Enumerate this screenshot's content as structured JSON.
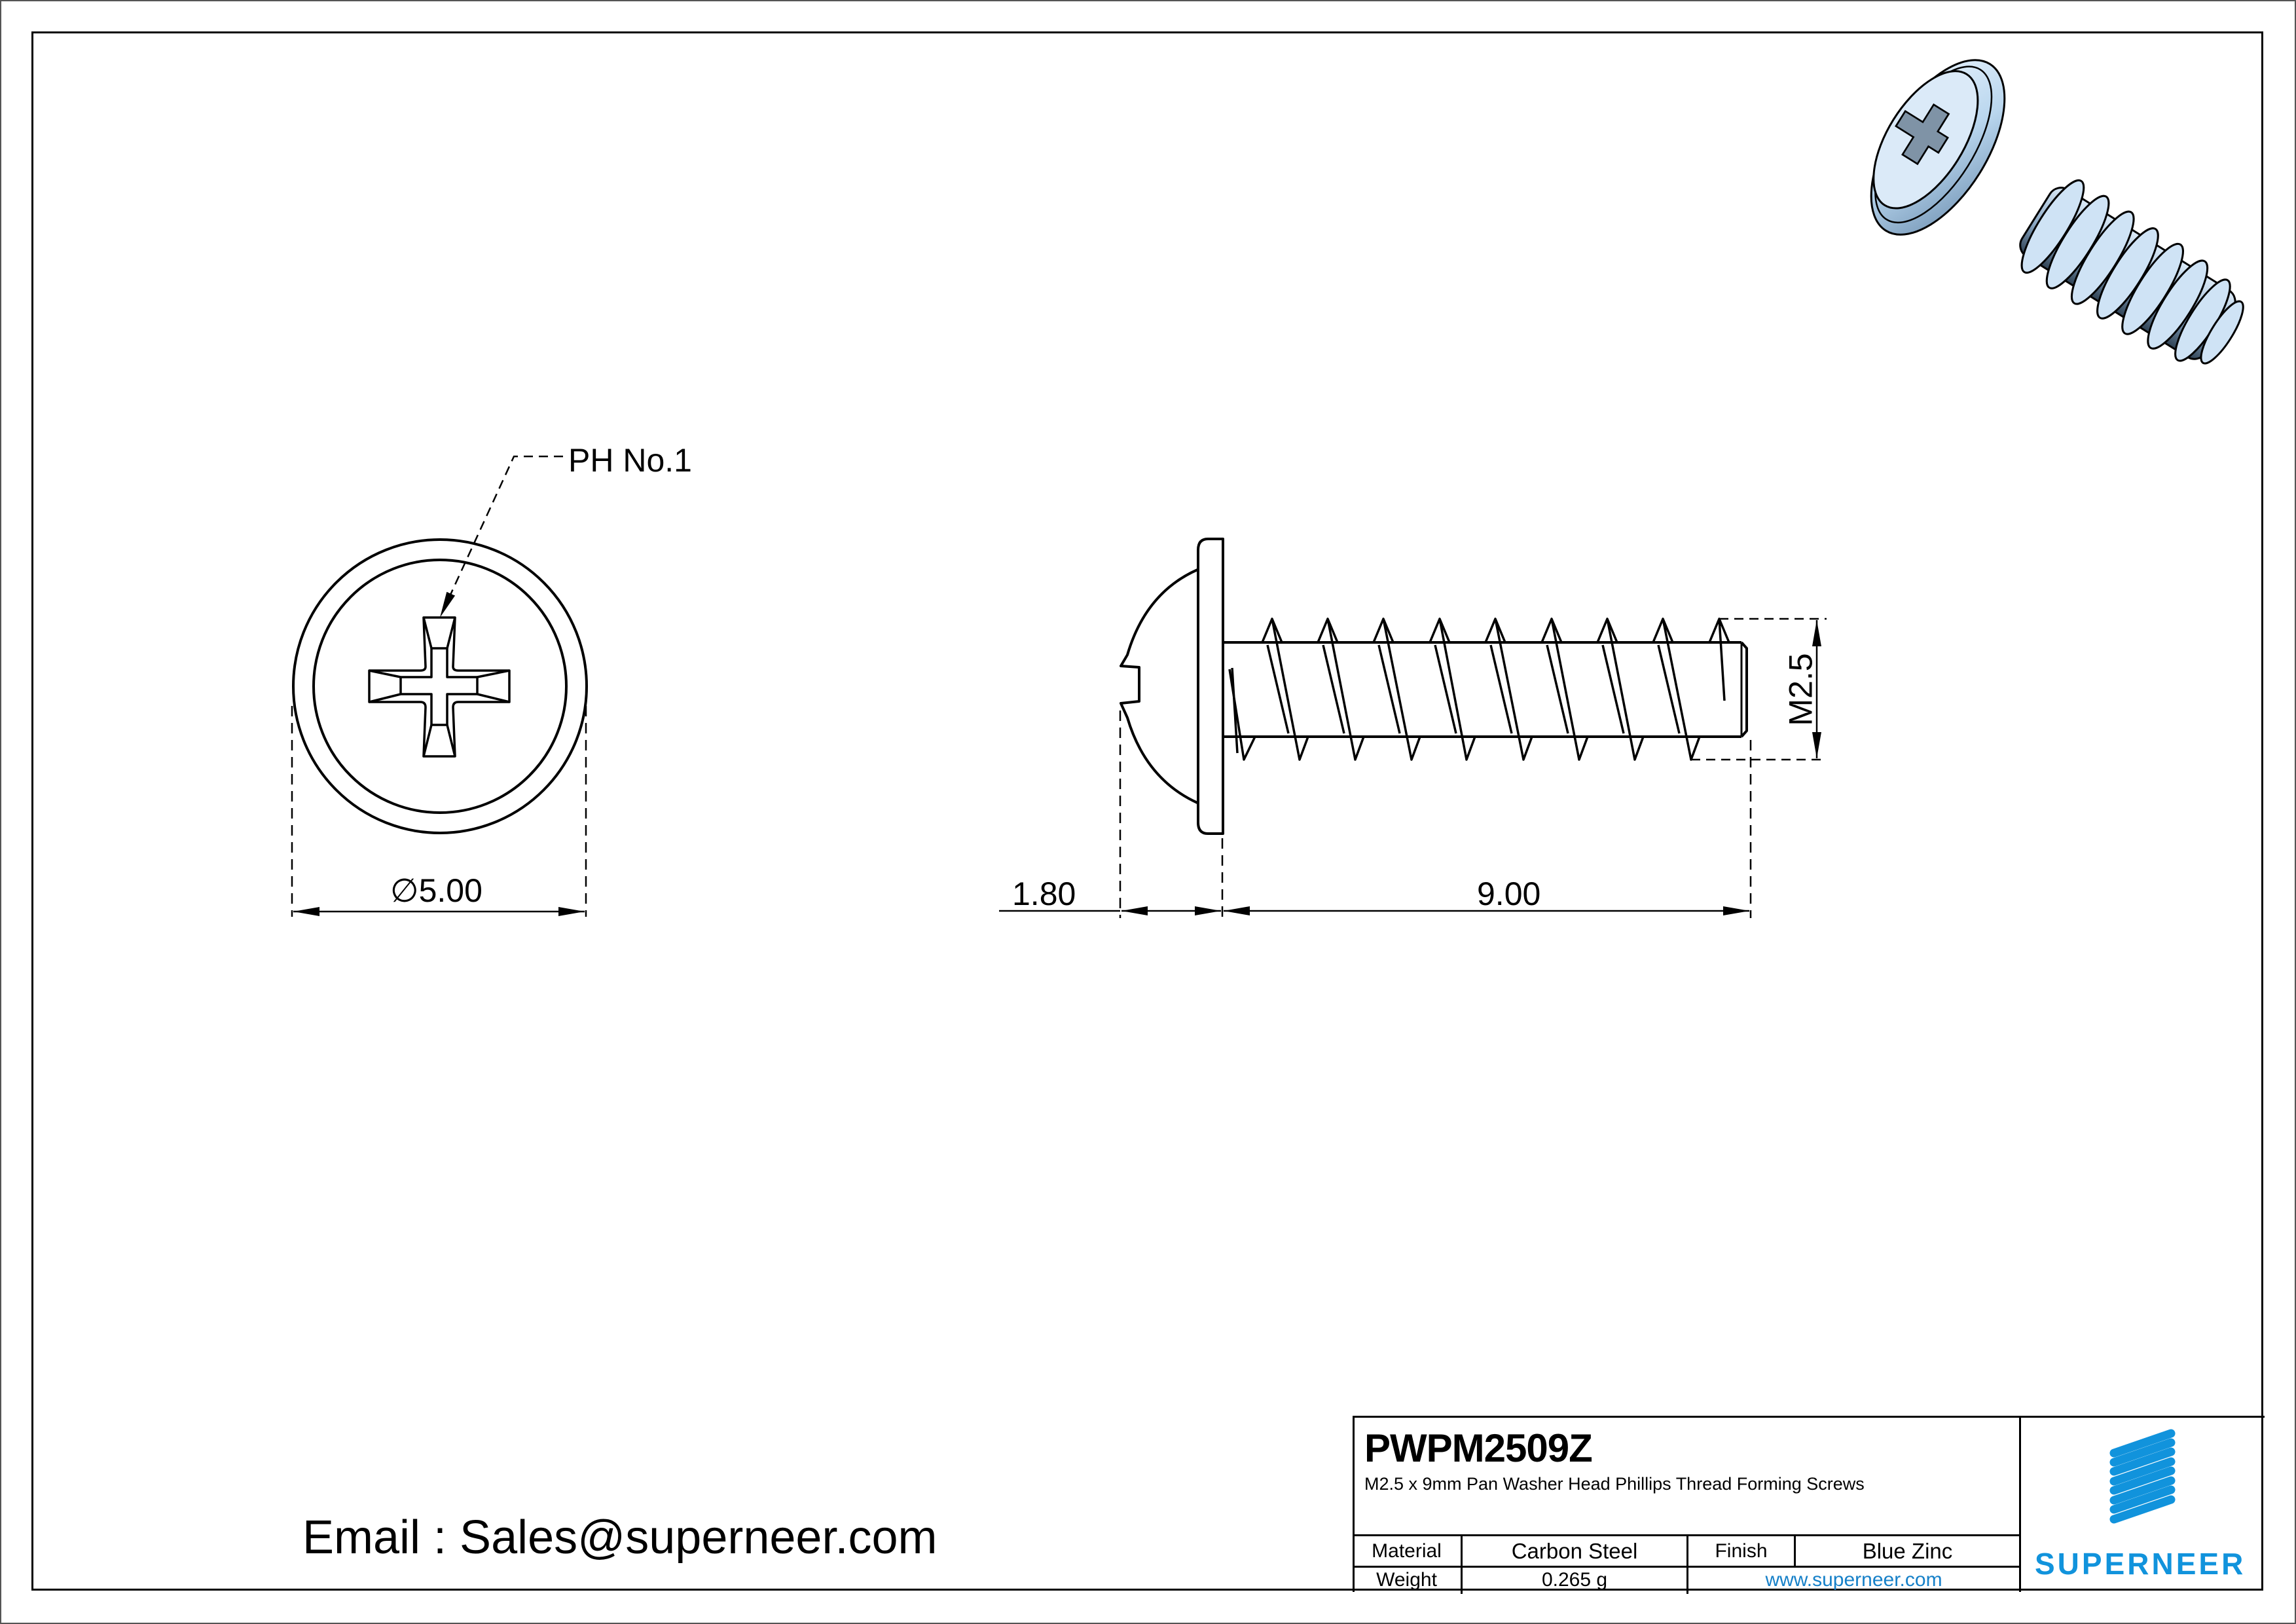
{
  "drawing": {
    "top_view": {
      "drive_callout": "PH No.1",
      "diameter_symbol": "∅",
      "diameter_value": "5.00"
    },
    "side_view": {
      "head_height": "1.80",
      "length": "9.00",
      "thread_size": "M2.5"
    },
    "render_3d": {
      "description": "isometric render of blue zinc pan washer head screw",
      "color": "#bcd8ee"
    }
  },
  "footer": {
    "email_line": "Email : Sales@superneer.com"
  },
  "title_block": {
    "part_number": "PWPM2509Z",
    "description": "M2.5 x 9mm Pan Washer Head Phillips Thread Forming Screws",
    "material_label": "Material",
    "material_value": "Carbon Steel",
    "finish_label": "Finish",
    "finish_value": "Blue Zinc",
    "weight_label": "Weight",
    "weight_value": "0.265 g",
    "website": "www.superneer.com"
  },
  "logo": {
    "brand": "SUPERNEER",
    "color": "#1193dc",
    "icon": "diagonal-stripes-logo-icon"
  }
}
